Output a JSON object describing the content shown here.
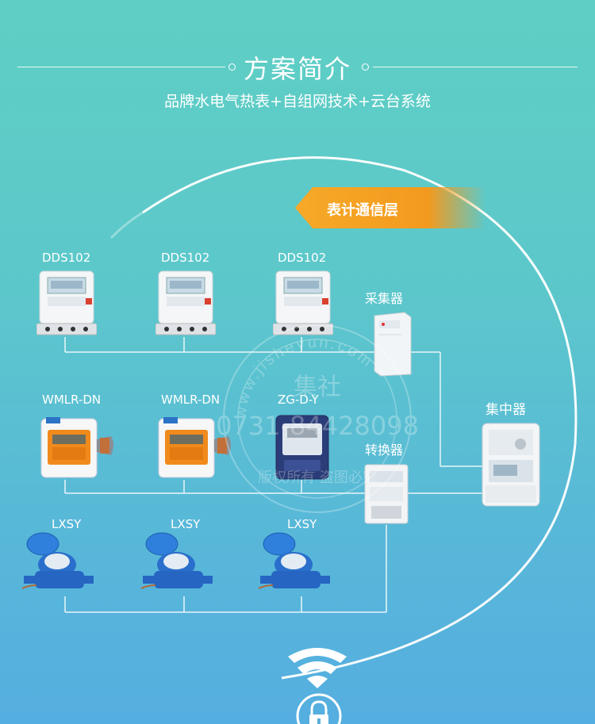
{
  "header": {
    "title": "方案简介",
    "subtitle": "品牌水电气热表+自组网技术+云台系统"
  },
  "banner": {
    "label": "表计通信层"
  },
  "devices": {
    "meter1": {
      "label": "DDS102"
    },
    "meter2": {
      "label": "DDS102"
    },
    "meter3": {
      "label": "DDS102"
    },
    "heat1": {
      "label": "WMLR-DN"
    },
    "heat2": {
      "label": "WMLR-DN"
    },
    "gas": {
      "label": "ZG-D-Y"
    },
    "water1": {
      "label": "LXSY"
    },
    "water2": {
      "label": "LXSY"
    },
    "water3": {
      "label": "LXSY"
    },
    "collector": {
      "label": "采集器"
    },
    "concentrator": {
      "label": "集中器"
    },
    "converter": {
      "label": "转换器"
    }
  },
  "watermark": {
    "line1": "集社",
    "line2": "0731-84428098",
    "line3": "版权所有 盗图必究",
    "ring": "www.jisheyun.com"
  },
  "colors": {
    "accent_orange": "#f39a1e",
    "wire": "#e8f6f8",
    "bg_top": "#5fcfc4",
    "bg_bottom": "#55aee0"
  },
  "icons": [
    "wifi-icon",
    "lock-icon"
  ]
}
